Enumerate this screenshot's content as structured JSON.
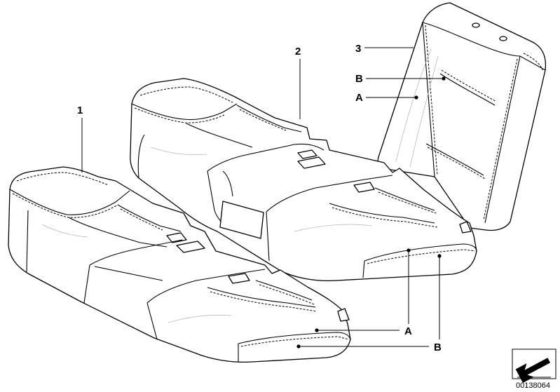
{
  "diagram": {
    "callouts": {
      "item_1": "1",
      "item_2": "2",
      "item_3": "3",
      "backrest_b": "B",
      "backrest_a": "A",
      "rear_seat_a": "A",
      "front_seat_a": "A",
      "front_seat_b": "B"
    },
    "document_number": "00138064",
    "icons": [
      "direction-arrow-icon"
    ]
  }
}
